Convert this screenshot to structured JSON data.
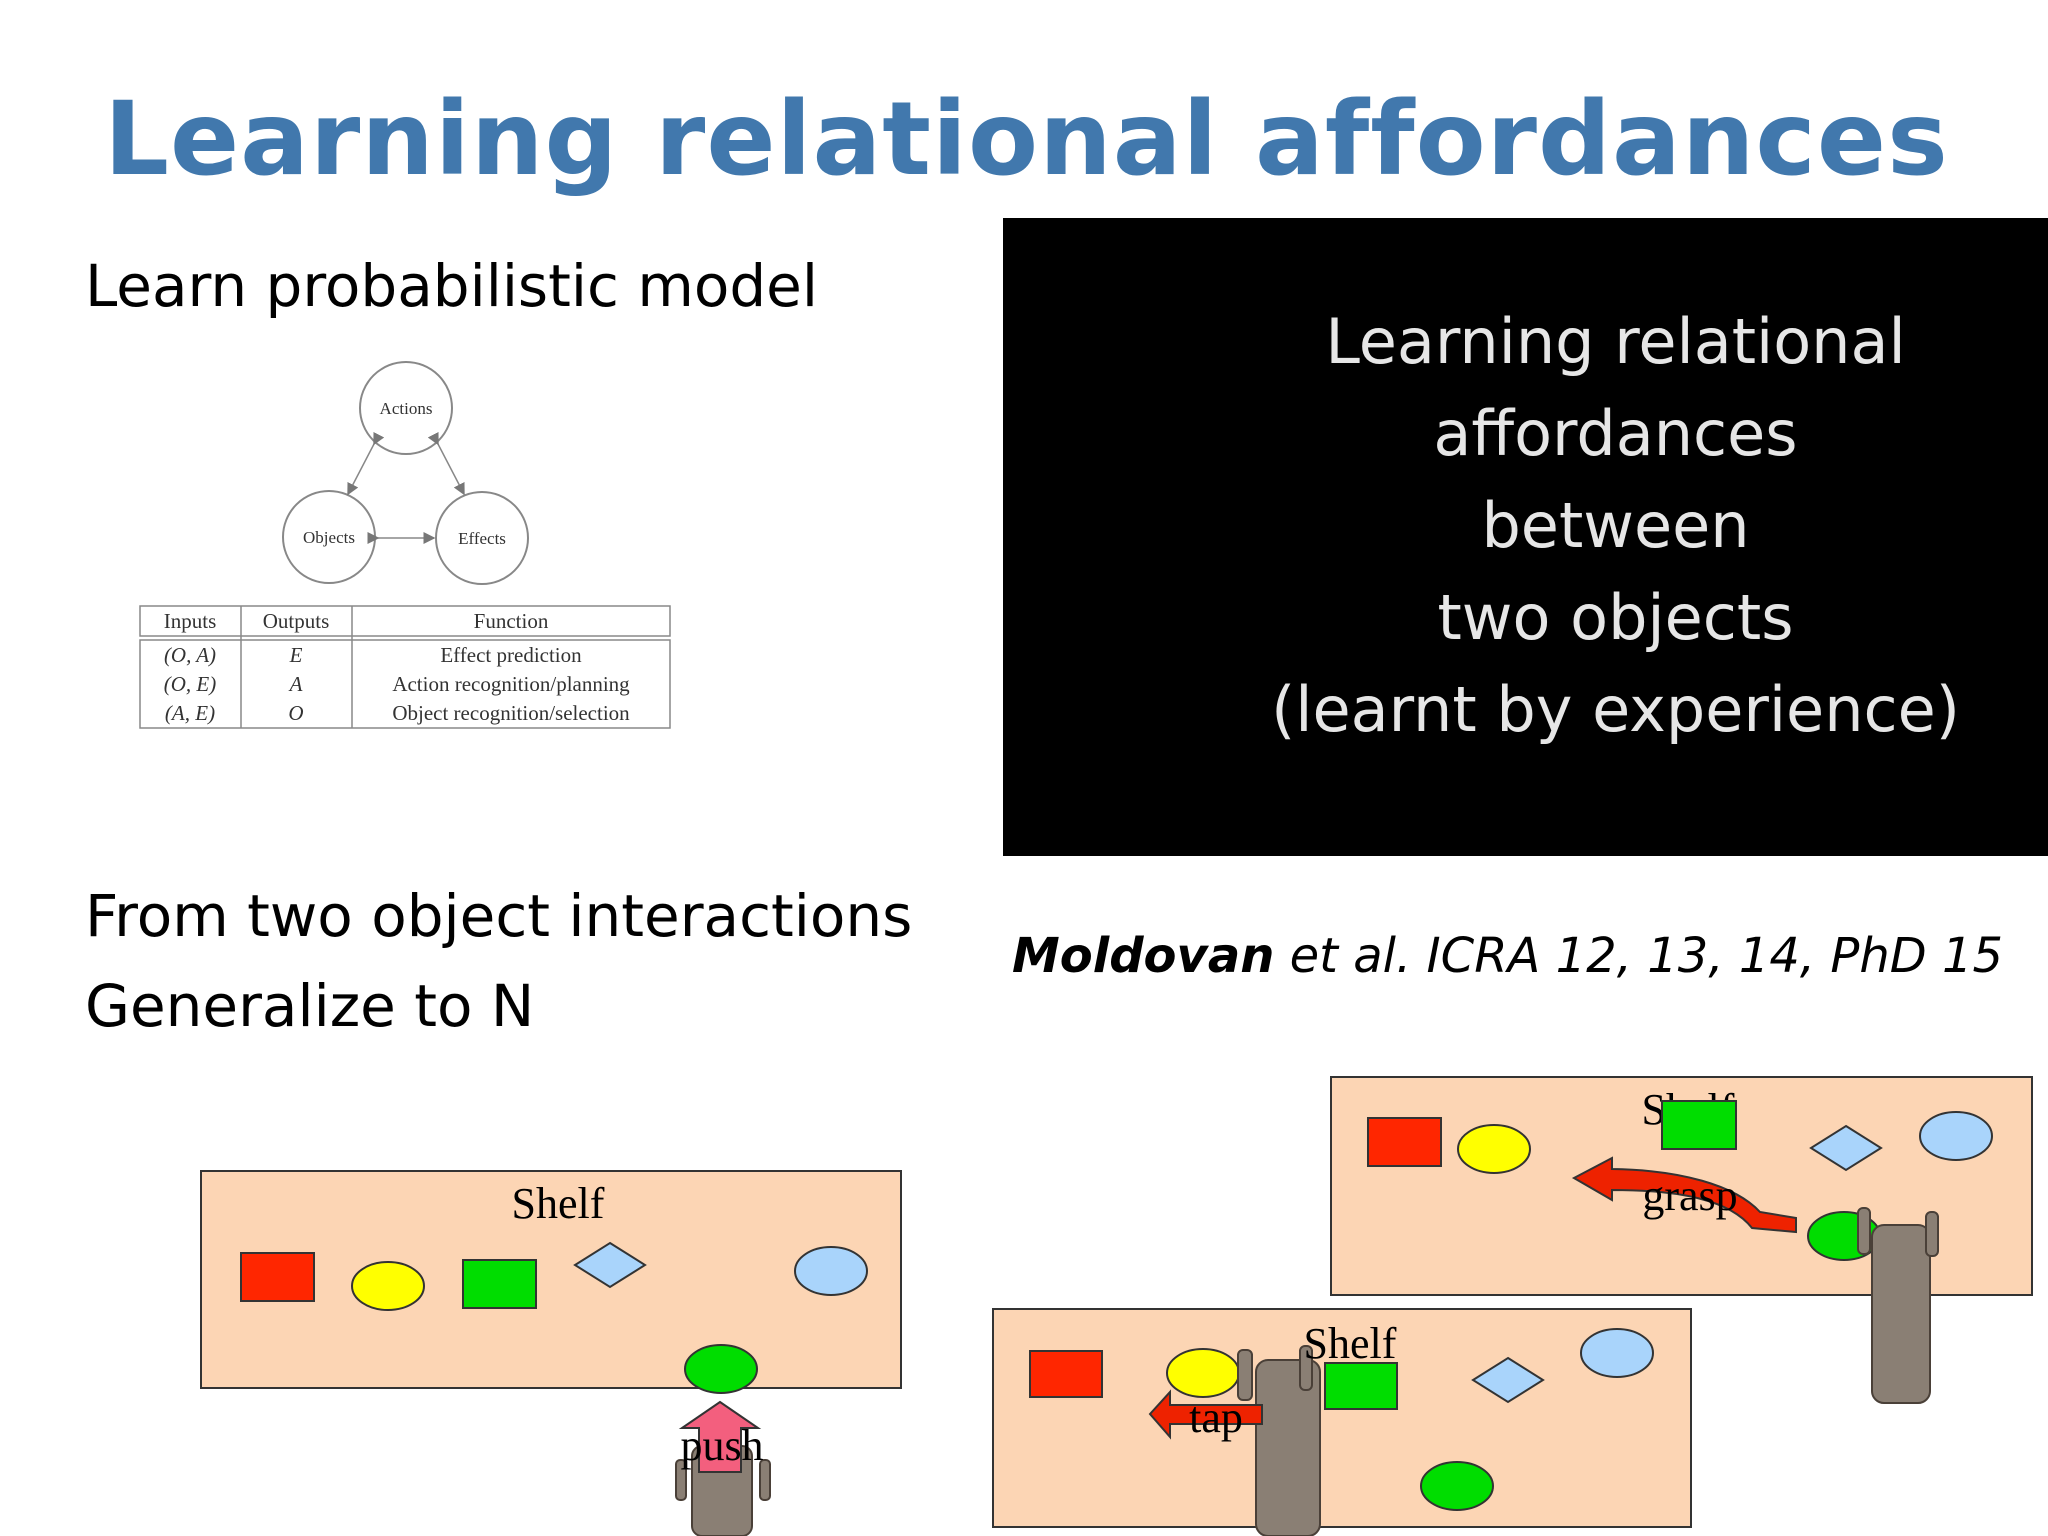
{
  "slide": {
    "title": "Learning relational affordances",
    "left_bullets": [
      "Learn probabilistic model",
      "From two object interactions",
      "Generalize to N"
    ],
    "video_overlay_lines": [
      "Learning relational",
      "affordances",
      "between",
      "two objects",
      "(learnt by experience)"
    ],
    "citation": {
      "author": "Moldovan",
      "rest": " et al.  ICRA 12, 13, 14, PhD 15"
    }
  },
  "diagram": {
    "nodes": {
      "actions": "Actions",
      "objects": "Objects",
      "effects": "Effects"
    },
    "table": {
      "headers": [
        "Inputs",
        "Outputs",
        "Function"
      ],
      "rows": [
        [
          "(O, A)",
          "E",
          "Effect prediction"
        ],
        [
          "(O, E)",
          "A",
          "Action recognition/planning"
        ],
        [
          "(A, E)",
          "O",
          "Object recognition/selection"
        ]
      ]
    }
  },
  "scenes": {
    "shelf_label": "Shelf",
    "action_push": "push",
    "action_tap": "tap",
    "action_grasp": "grasp",
    "colors": {
      "shelf": "#fcd5b4",
      "red": "#ff2600",
      "yellow": "#ffff00",
      "green": "#00dd00",
      "light_blue": "#a9d4fb",
      "push_arrow": "#f35f7e",
      "tap_grasp_arrow": "#ee2200"
    }
  }
}
